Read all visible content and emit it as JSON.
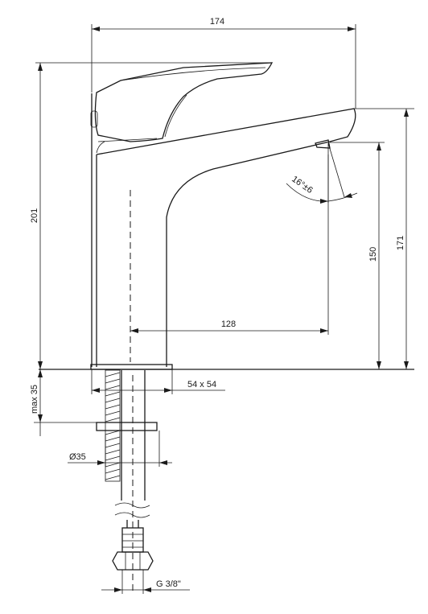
{
  "dimensions": {
    "width_174": "174",
    "height_201": "201",
    "height_171": "171",
    "height_150": "150",
    "reach_128": "128",
    "base_54x54": "54 x 54",
    "max_35": "max 35",
    "diameter_35": "Ø35",
    "thread": "G 3/8\"",
    "angle": "16°±6"
  },
  "colors": {
    "line": "#1a1a1a",
    "background": "#ffffff"
  }
}
